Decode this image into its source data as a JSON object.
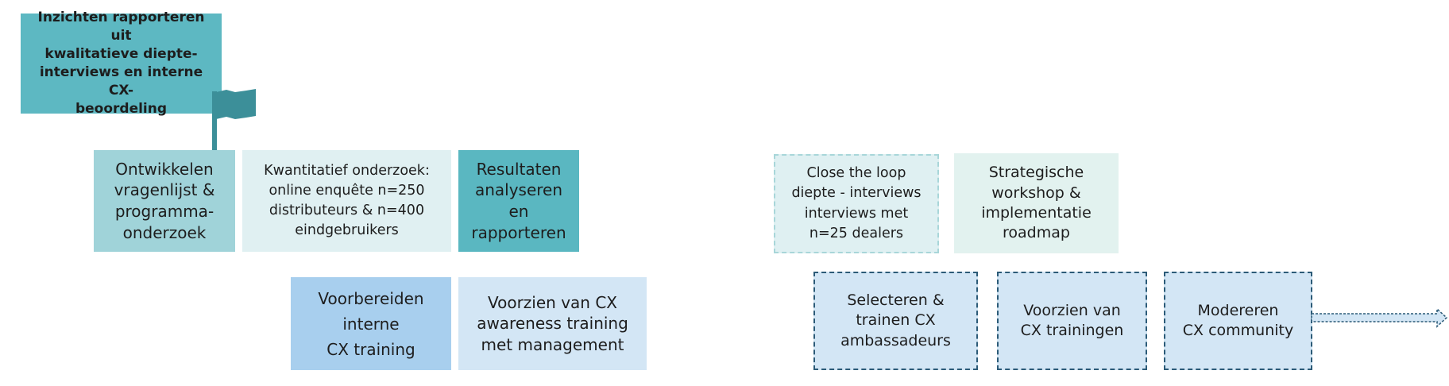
{
  "colors": {
    "flag_teal": "#5db8c2",
    "flag_dark": "#3c8f99",
    "light_teal": "#a0d3d9",
    "pale_teal": "#e0f0f2",
    "mid_teal": "#5ab7c1",
    "mint": "#e2f2ef",
    "blue": "#a8cfee",
    "pale_blue": "#d3e6f5",
    "dashed_navy": "#2c5b78",
    "dashed_teal": "#a8d6d9"
  },
  "icons": {
    "flag": "flag-icon",
    "arrow": "arrow-right-icon"
  },
  "boxes": {
    "flag_box": "Inzichten rapporteren uit\nkwalitatieve diepte-\ninterviews en interne CX-\nbeoordeling",
    "develop": "Ontwikkelen\nvragenlijst &\nprogramma-\nonderzoek",
    "quant": "Kwantitatief onderzoek:\nonline enquête n=250\ndistributeurs & n=400\neindgebruikers",
    "results": "Resultaten\nanalyseren en\nrapporteren",
    "close_loop": "Close the loop\ndiepte - interviews\ninterviews met\nn=25 dealers",
    "workshop": "Strategische\nworkshop &\nimplementatie\nroadmap",
    "prep": "Voorbereiden\ninterne\nCX training",
    "awareness": "Voorzien van CX\nawareness training\nmet management",
    "select": "Selecteren &\ntrainen CX\nambassadeurs",
    "trainings": "Voorzien van\nCX trainingen",
    "community": "Modereren\nCX community"
  }
}
